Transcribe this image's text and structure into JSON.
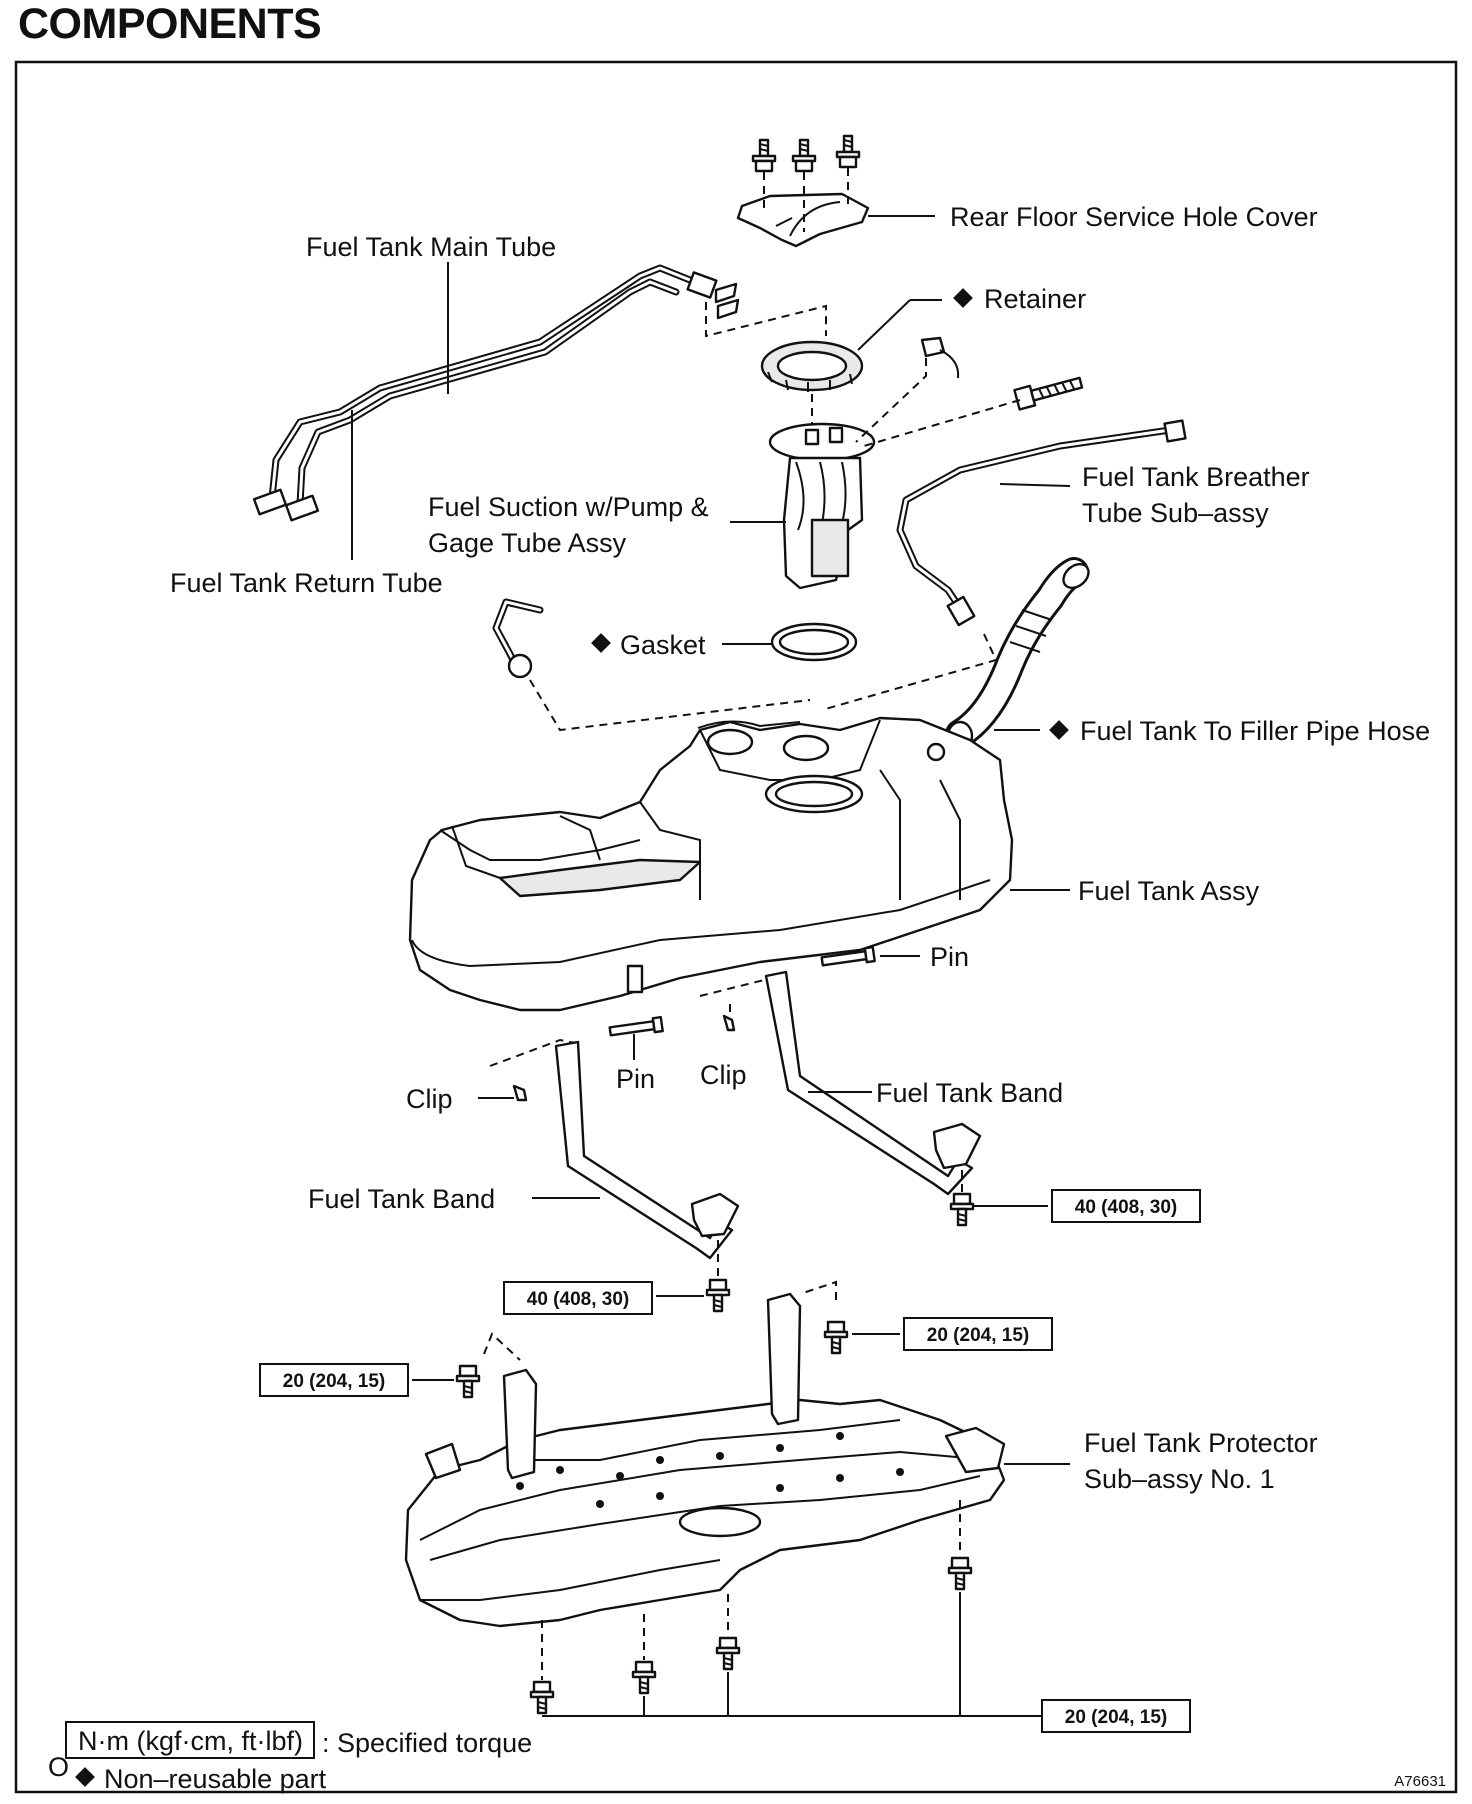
{
  "title": "COMPONENTS",
  "labels": {
    "rear_floor_cover": "Rear Floor Service Hole Cover",
    "main_tube": "Fuel Tank Main Tube",
    "retainer": "Retainer",
    "breather_1": "Fuel Tank Breather",
    "breather_2": "Tube Sub–assy",
    "suction_1": "Fuel Suction w/Pump &",
    "suction_2": "Gage Tube Assy",
    "return_tube": "Fuel Tank Return Tube",
    "gasket": "Gasket",
    "filler_hose": "Fuel Tank To Filler Pipe Hose",
    "tank_assy": "Fuel Tank Assy",
    "pin_right": "Pin",
    "pin_left": "Pin",
    "clip_mid": "Clip",
    "clip_left": "Clip",
    "band_right": "Fuel Tank Band",
    "band_left": "Fuel Tank Band",
    "protector_1": "Fuel Tank Protector",
    "protector_2": "Sub–assy No. 1"
  },
  "torques": {
    "band_right": "40 (408, 30)",
    "band_left": "40 (408, 30)",
    "prot_top_right": "20 (204, 15)",
    "prot_top_left": "20 (204, 15)",
    "prot_bottom": "20 (204, 15)"
  },
  "legend": {
    "torque_unit": "N·m (kgf·cm, ft·lbf)",
    "torque_text": ": Specified torque",
    "nonreusable_text": "Non–reusable part",
    "marker": "O"
  },
  "figure_id": "A76631"
}
